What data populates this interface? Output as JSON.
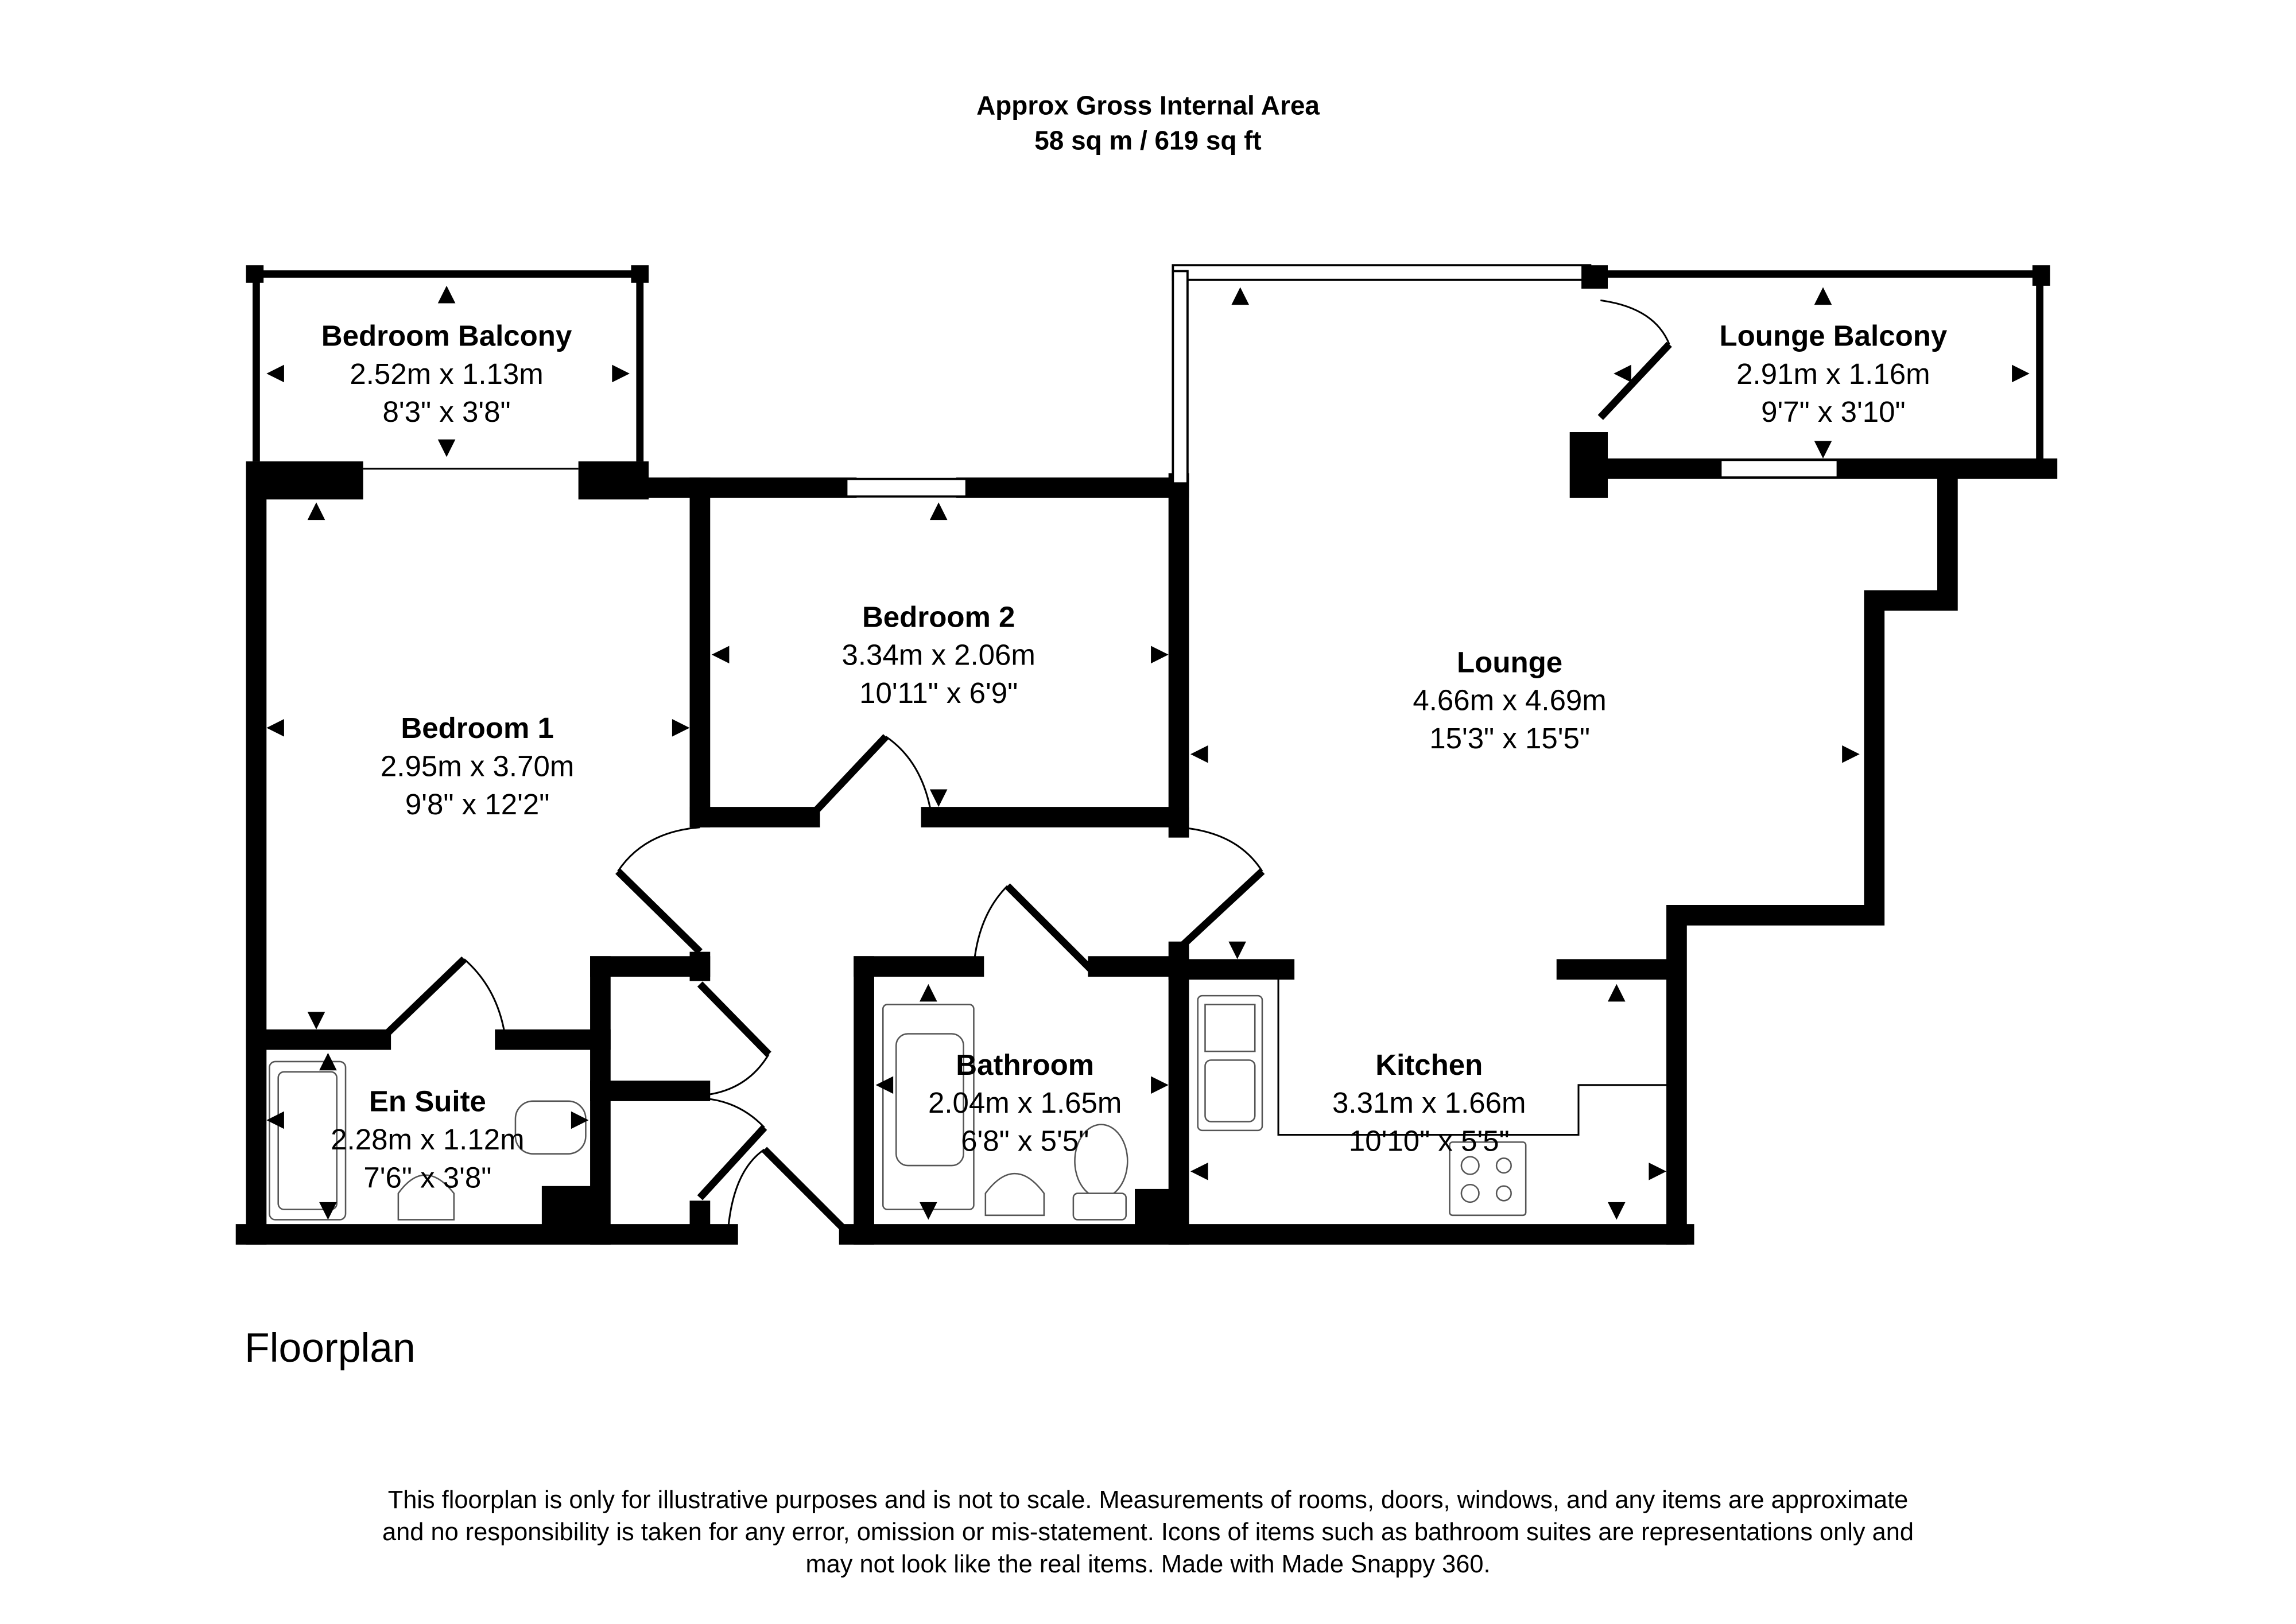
{
  "header": {
    "title": "Approx Gross Internal Area",
    "area": "58 sq m / 619 sq ft"
  },
  "rooms": [
    {
      "name": "Bedroom Balcony",
      "metric": "2.52m x 1.13m",
      "imperial": "8'3\" x 3'8\""
    },
    {
      "name": "Bedroom 2",
      "metric": "3.34m x 2.06m",
      "imperial": "10'11\" x 6'9\""
    },
    {
      "name": "Lounge Balcony",
      "metric": "2.91m x 1.16m",
      "imperial": "9'7\" x 3'10\""
    },
    {
      "name": "Bedroom 1",
      "metric": "2.95m x 3.70m",
      "imperial": "9'8\" x 12'2\""
    },
    {
      "name": "Lounge",
      "metric": "4.66m x 4.69m",
      "imperial": "15'3\" x 15'5\""
    },
    {
      "name": "Bathroom",
      "metric": "2.04m x 1.65m",
      "imperial": "6'8\" x 5'5\""
    },
    {
      "name": "Kitchen",
      "metric": "3.31m x 1.66m",
      "imperial": "10'10\" x 5'5\""
    },
    {
      "name": "En Suite",
      "metric": "2.28m x 1.12m",
      "imperial": "7'6\" x 3'8\""
    }
  ],
  "floor_label": "Floorplan",
  "disclaimer": [
    "This floorplan is only for illustrative purposes and is not to scale. Measurements of rooms, doors, windows, and any items are approximate",
    "and no responsibility is taken for any error, omission or mis-statement. Icons of items such as bathroom suites are representations only and",
    "may not look like the real items. Made with Made Snappy 360."
  ]
}
